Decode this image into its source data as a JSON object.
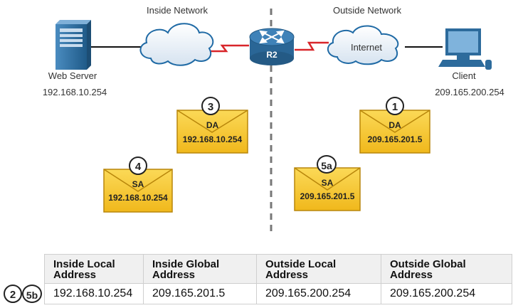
{
  "regions": {
    "inside": "Inside Network",
    "outside": "Outside Network"
  },
  "devices": {
    "web_server": {
      "name": "Web Server",
      "ip": "192.168.10.254"
    },
    "router": {
      "name": "R2"
    },
    "internet": {
      "name": "Internet"
    },
    "client": {
      "name": "Client",
      "ip": "209.165.200.254"
    }
  },
  "packets": [
    {
      "step": "1",
      "field": "DA",
      "address": "209.165.201.5"
    },
    {
      "step": "3",
      "field": "DA",
      "address": "192.168.10.254"
    },
    {
      "step": "4",
      "field": "SA",
      "address": "192.168.10.254"
    },
    {
      "step": "5a",
      "field": "SA",
      "address": "209.165.201.5"
    }
  ],
  "table": {
    "step_badges": [
      "2",
      "5b"
    ],
    "headers": [
      "Inside Local Address",
      "Inside Global Address",
      "Outside Local Address",
      "Outside Global Address"
    ],
    "row": [
      "192.168.10.254",
      "209.165.201.5",
      "209.165.200.254",
      "209.165.200.254"
    ]
  },
  "colors": {
    "envelope_fill": "#f7c530",
    "envelope_border": "#b8860b",
    "router": "#2f6d9a",
    "server": "#2d6b9c",
    "link": "#d8262a"
  }
}
